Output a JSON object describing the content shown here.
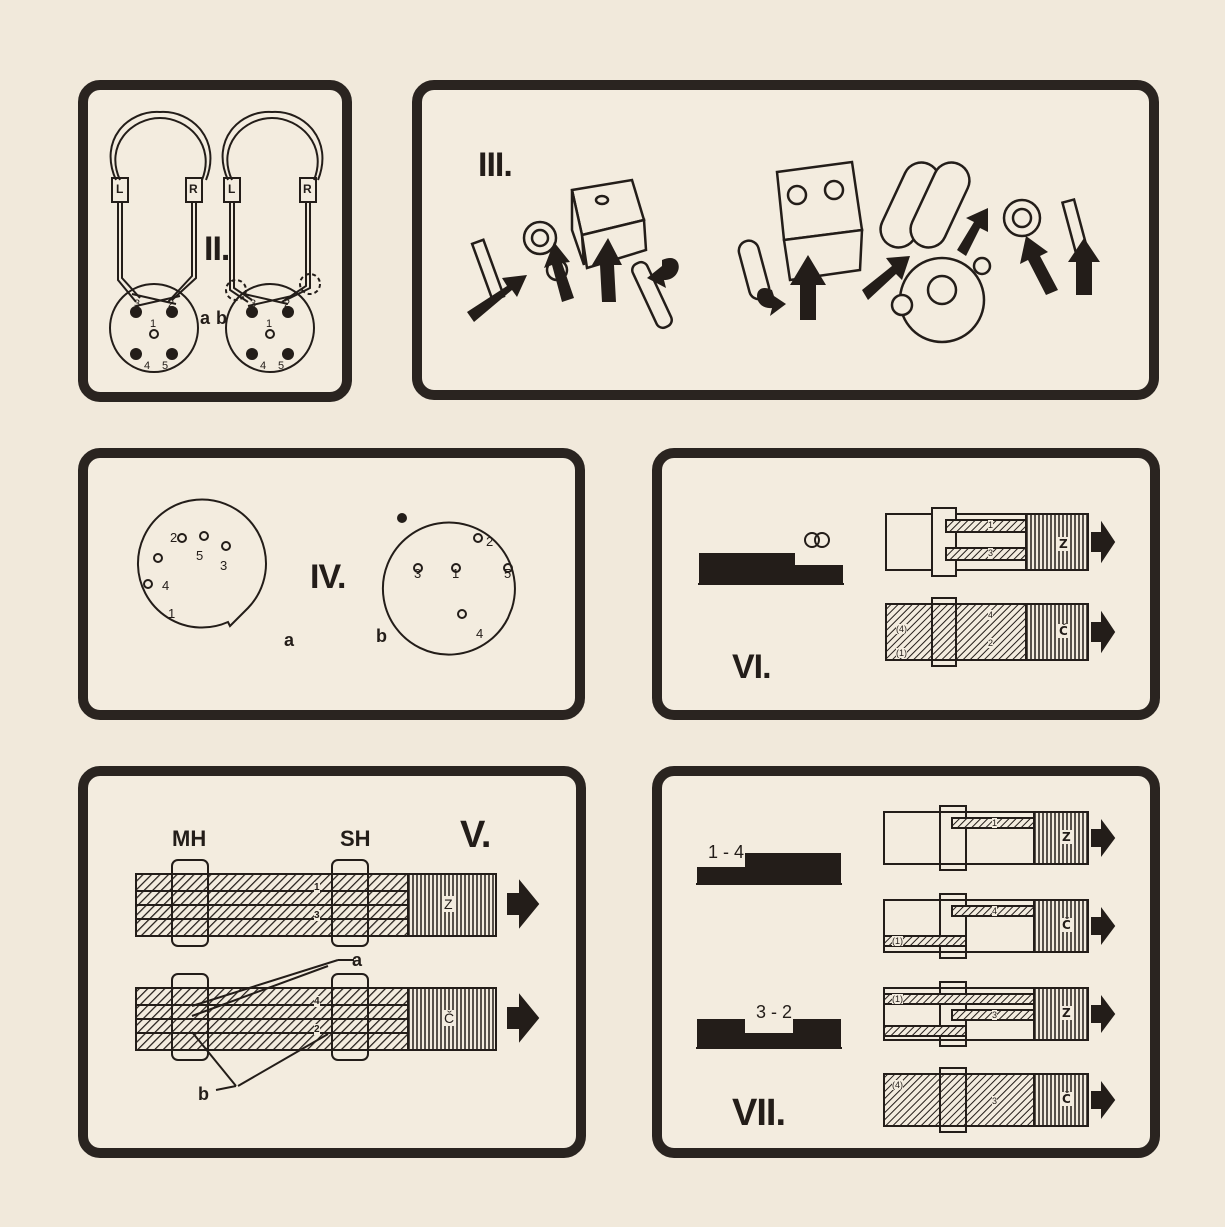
{
  "panels": {
    "ii": {
      "numeral": "II.",
      "ear_left": "L",
      "ear_right": "R",
      "variant_a": "a",
      "variant_b": "b",
      "pins": [
        "1",
        "2",
        "3",
        "4",
        "5"
      ]
    },
    "iii": {
      "numeral": "III."
    },
    "iv": {
      "numeral": "IV.",
      "variant_a": "a",
      "variant_b": "b",
      "a_pins": [
        "1",
        "2",
        "3",
        "4",
        "5"
      ],
      "b_pins": [
        "1",
        "2",
        "3",
        "4",
        "5"
      ]
    },
    "v": {
      "numeral": "V.",
      "head_mh": "MH",
      "head_sh": "SH",
      "track_z": "Z",
      "track_c": "Č",
      "label_a": "a",
      "label_b": "b",
      "tracks": [
        "1",
        "3",
        "4",
        "2"
      ]
    },
    "vi": {
      "numeral": "VI.",
      "track_z": "Z",
      "track_c": "Č",
      "tracks": [
        "1",
        "3",
        "4",
        "2",
        "(4)",
        "(1)"
      ]
    },
    "vii": {
      "numeral": "VII.",
      "switch_1": "1 - 4",
      "switch_2": "3 - 2",
      "track_z": "Z",
      "track_c": "Č",
      "tracks": [
        "1",
        "4",
        "(1)",
        "(1)",
        "3",
        "(4)",
        "3"
      ]
    }
  },
  "colors": {
    "ink": "#231d19",
    "paper": "#f3ecdf",
    "background": "#f1e9db"
  }
}
